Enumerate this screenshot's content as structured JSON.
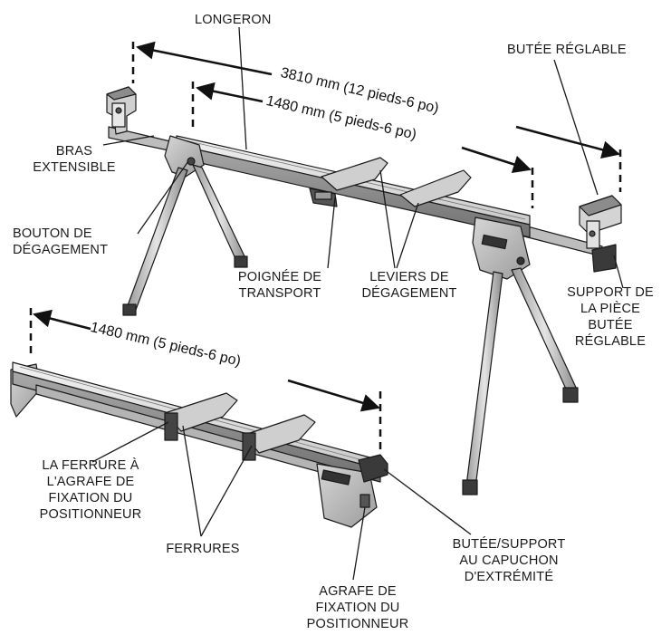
{
  "labels": {
    "longeron": "LONGERON",
    "butee_reglable": "BUTÉE RÉGLABLE",
    "bras_extensible": "BRAS\nEXTENSIBLE",
    "bouton_degagement": "BOUTON DE\nDÉGAGEMENT",
    "poignee_transport": "POIGNÉE DE\nTRANSPORT",
    "leviers_degagement": "LEVIERS DE\nDÉGAGEMENT",
    "support_piece": "SUPPORT DE\nLA PIÈCE\nBUTÉE\nRÉGLABLE",
    "ferrure_agrafe": "LA FERRURE À\nL'AGRAFE DE\nFIXATION DU\nPOSITIONNEUR",
    "ferrures": "FERRURES",
    "butee_support_capuchon": "BUTÉE/SUPPORT\nAU CAPUCHON\nD'EXTRÉMITÉ",
    "agrafe_fixation": "AGRAFE DE\nFIXATION DU\nPOSITIONNEUR"
  },
  "dimensions": {
    "extended_length": "3810 mm (12 pieds-6 po)",
    "stand_length": "1480 mm (5 pieds-6 po)",
    "collapsed_length": "1480 mm (5 pieds-6 po)"
  },
  "colors": {
    "line": "#1a1a1a",
    "rail_light": "#d9d9d9",
    "rail_mid": "#a8a8a8",
    "rail_dark": "#6e6e6e",
    "cap_dark": "#3a3a3a"
  }
}
